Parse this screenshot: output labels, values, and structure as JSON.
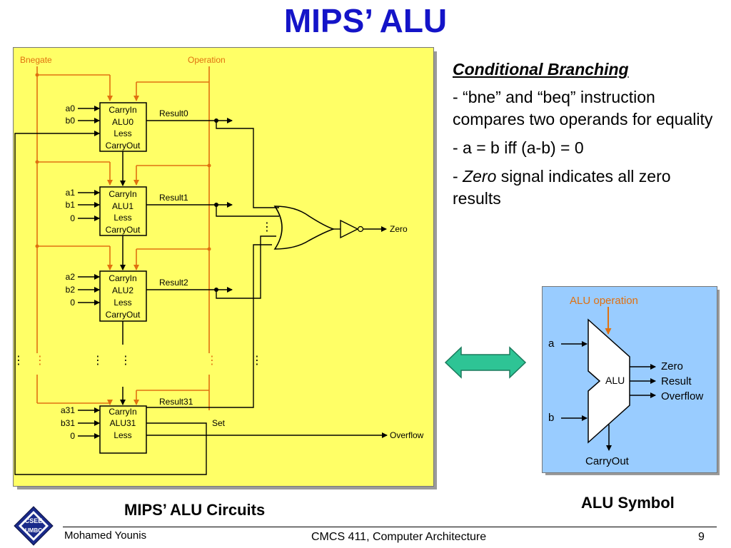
{
  "slide": {
    "title": "MIPS’ ALU",
    "circuit_caption": "MIPS’ ALU Circuits",
    "symbol_caption": "ALU Symbol"
  },
  "circuit": {
    "bnegate_label": "Bnegate",
    "operation_label": "Operation",
    "alus": [
      {
        "inputs": [
          "a0",
          "b0"
        ],
        "lines": [
          "CarryIn",
          "ALU0",
          "Less",
          "CarryOut"
        ],
        "result": "Result0"
      },
      {
        "inputs": [
          "a1",
          "b1",
          "0"
        ],
        "lines": [
          "CarryIn",
          "ALU1",
          "Less",
          "CarryOut"
        ],
        "result": "Result1"
      },
      {
        "inputs": [
          "a2",
          "b2",
          "0"
        ],
        "lines": [
          "CarryIn",
          "ALU2",
          "Less",
          "CarryOut"
        ],
        "result": "Result2"
      },
      {
        "inputs": [
          "a31",
          "b31",
          "0"
        ],
        "lines": [
          "CarryIn",
          "ALU31",
          "Less"
        ],
        "result": "Result31"
      }
    ],
    "set_label": "Set",
    "zero_label": "Zero",
    "overflow_label": "Overflow",
    "colors": {
      "control": "#e07010",
      "wire": "#000000",
      "panel": "#ffff66"
    }
  },
  "branching": {
    "heading": "Conditional Branching",
    "bullet1": "- “bne” and “beq” instruction compares two operands for equality",
    "bullet2": "- a = b iff (a-b) = 0",
    "bullet3_prefix": "- ",
    "bullet3_em": "Zero",
    "bullet3_rest": " signal indicates all zero results"
  },
  "symbol": {
    "operation_label": "ALU operation",
    "input_a": "a",
    "input_b": "b",
    "center_label": "ALU",
    "outputs": [
      "Zero",
      "Result",
      "Overflow"
    ],
    "carryout_label": "CarryOut",
    "colors": {
      "panel": "#99ccff",
      "body": "#ffffff",
      "operation": "#e07010"
    }
  },
  "double_arrow": {
    "color": "#2ec495"
  },
  "footer": {
    "author": "Mohamed Younis",
    "course": "CMCS 411, Computer Architecture",
    "page": "9"
  },
  "logo": {
    "line1": "CSEE",
    "line2": "UMBC"
  }
}
